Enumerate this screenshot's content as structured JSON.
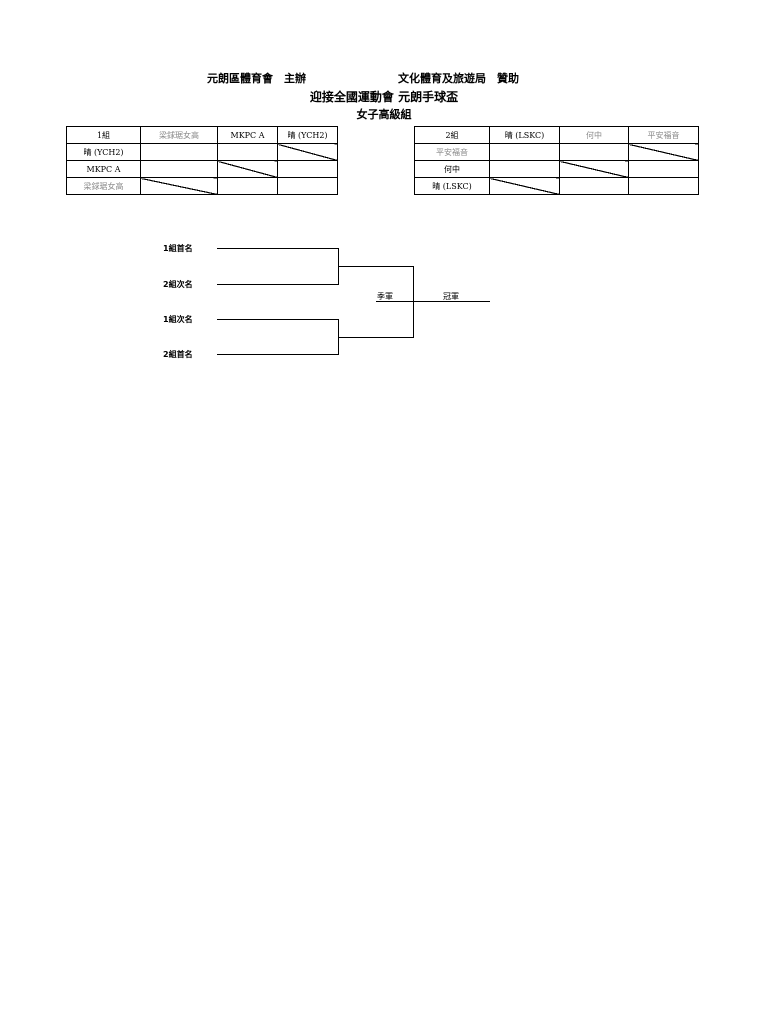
{
  "header": {
    "organizer": "元朗區體育會　主辦",
    "sponsor": "文化體育及旅遊局　贊助",
    "title": "迎接全國運動會 元朗手球盃",
    "division": "女子高級組"
  },
  "group1": {
    "label": "1組",
    "teams": [
      "梁銶琚女高",
      "MKPC A",
      "晴 (YCH2)"
    ],
    "rows": [
      "晴 (YCH2)",
      "MKPC A",
      "梁銶琚女高"
    ]
  },
  "group2": {
    "label": "2組",
    "teams": [
      "晴 (LSKC)",
      "何中",
      "平安福音"
    ],
    "rows": [
      "平安福音",
      "何中",
      "晴 (LSKC)"
    ]
  },
  "bracket": {
    "slots": [
      "1組首名",
      "2組次名",
      "1組次名",
      "2組首名"
    ],
    "runner_up_label": "季軍",
    "champion_label": "冠軍"
  }
}
